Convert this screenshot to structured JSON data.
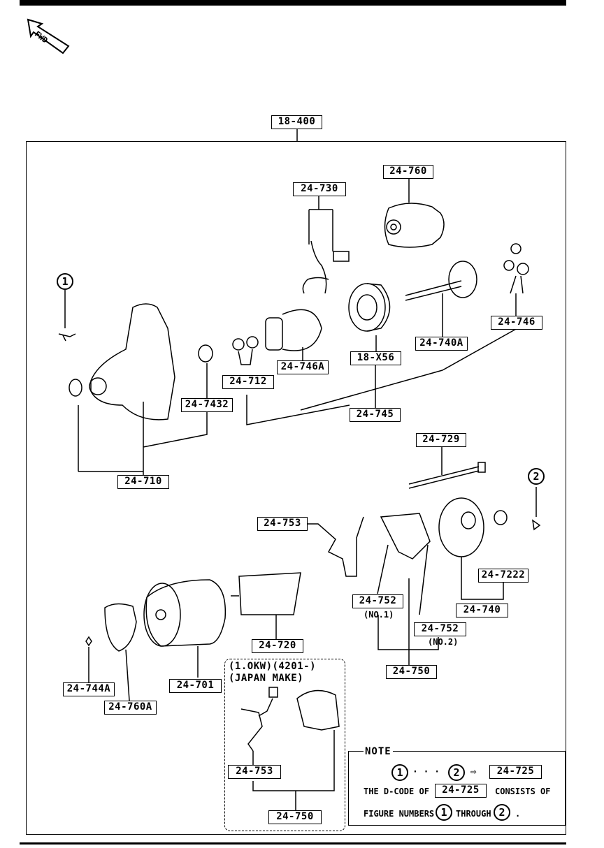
{
  "fwd_label": "FWD",
  "group_label": "18-400",
  "parts": {
    "p24_760": "24-760",
    "p24_730": "24-730",
    "p24_746": "24-746",
    "p24_740A": "24-740A",
    "p18_X56": "18-X56",
    "p24_746A": "24-746A",
    "p24_712": "24-712",
    "p24_745": "24-745",
    "p24_7432": "24-7432",
    "p24_710": "24-710",
    "p24_729": "24-729",
    "p24_753": "24-753",
    "p24_752_a": "24-752",
    "p24_752_b": "24-752",
    "p24_7222": "24-7222",
    "p24_740": "24-740",
    "p24_720": "24-720",
    "p24_750": "24-750",
    "p24_701": "24-701",
    "p24_744A": "24-744A",
    "p24_760A": "24-760A",
    "v24_753": "24-753",
    "v24_750": "24-750"
  },
  "sub_no1": "(NO.1)",
  "sub_no2": "(NO.2)",
  "callout_1": "1",
  "callout_2": "2",
  "variant": {
    "line1": "(1.OKW)(4201-)",
    "line2": "(JAPAN MAKE)"
  },
  "note": {
    "title": "NOTE",
    "dots": "· · ·",
    "arrow": "⇨",
    "code": "24-725",
    "text1_a": "THE D-CODE OF",
    "text1_code": "24-725",
    "text1_b": "CONSISTS OF",
    "text2_a": "FIGURE NUMBERS",
    "text2_b": "THROUGH",
    "text2_c": ".",
    "n1": "1",
    "n2": "2"
  }
}
